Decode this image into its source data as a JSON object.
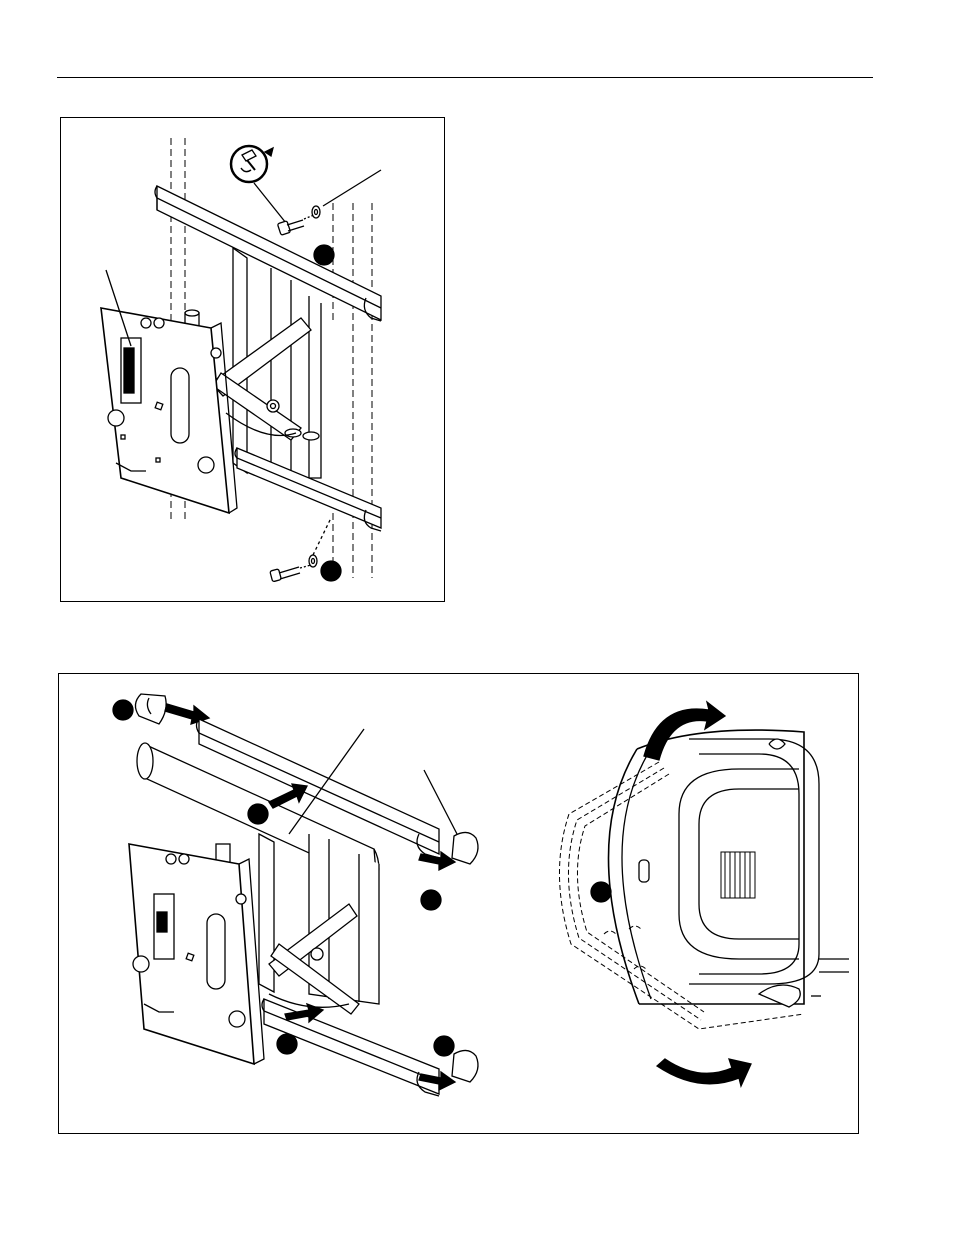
{
  "page": {
    "header_rule": true
  },
  "figures": [
    {
      "id": "figure-1",
      "contents": [
        "wall-plate",
        "upper-rail",
        "lower-rail",
        "bolts",
        "washers",
        "wrench-icon",
        "callouts"
      ]
    },
    {
      "id": "figure-2",
      "contents": [
        "rail-cover",
        "end-caps",
        "push-arrows",
        "detail-cover-view",
        "rotate-arrows",
        "callouts"
      ]
    }
  ],
  "colors": {
    "ink": "#000000",
    "paper": "#ffffff",
    "shade": "#d9d9d9"
  }
}
